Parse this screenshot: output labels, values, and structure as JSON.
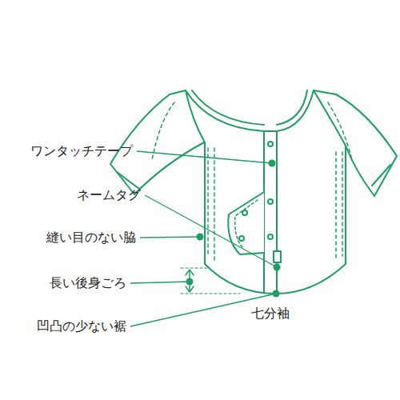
{
  "diagram": {
    "labels": [
      "ワンタッチテープ",
      "ネームタグ",
      "縫い目のない脇",
      "長い後身ごろ",
      "凹凸の少ない裾",
      "七分袖"
    ]
  }
}
